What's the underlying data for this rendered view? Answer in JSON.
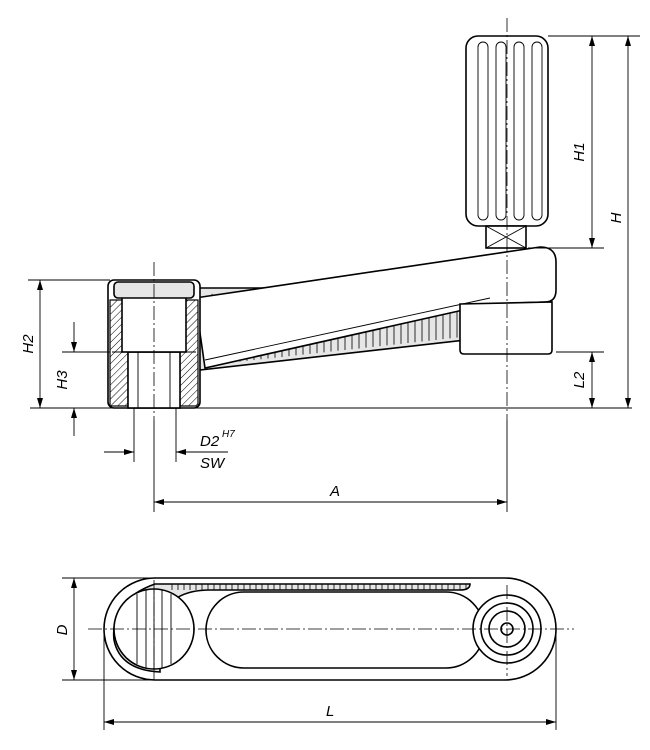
{
  "dimensions": {
    "H": "H",
    "H1": "H1",
    "H2": "H2",
    "H3": "H3",
    "L2": "L2",
    "D2": "D2",
    "H7": "H7",
    "SW": "SW",
    "A": "A",
    "D": "D",
    "L": "L"
  }
}
